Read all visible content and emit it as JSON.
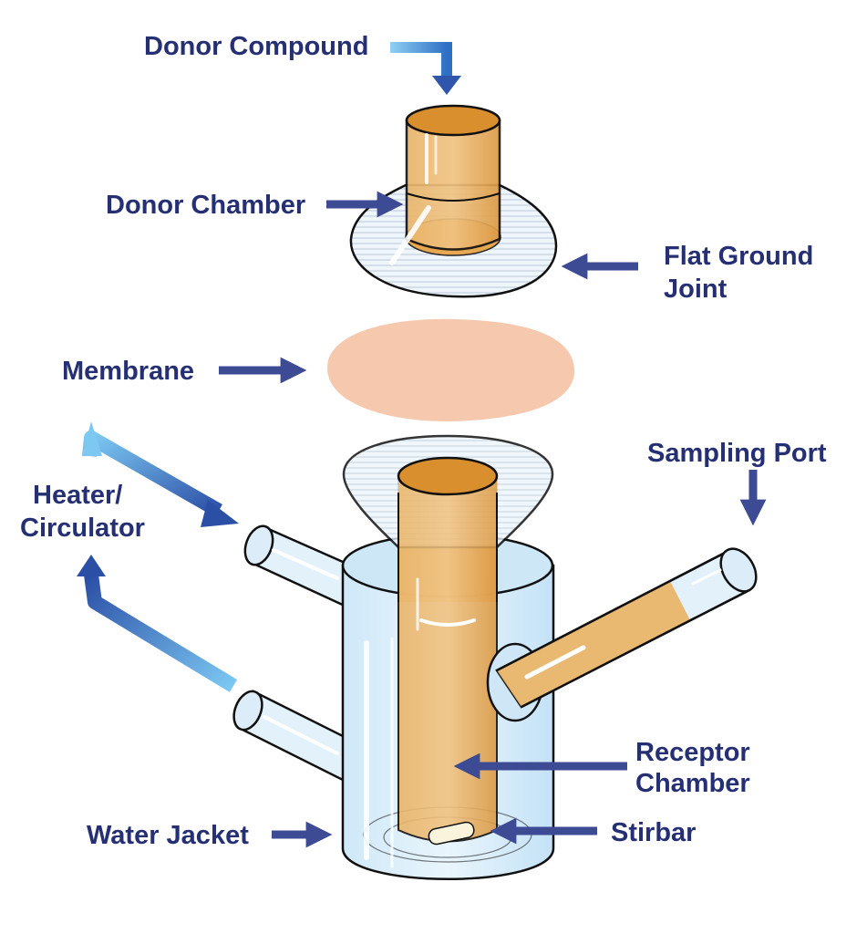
{
  "labels": {
    "donor_compound": "Donor Compound",
    "donor_chamber": "Donor Chamber",
    "flat_ground_joint_line1": "Flat Ground",
    "flat_ground_joint_line2": "Joint",
    "membrane": "Membrane",
    "sampling_port": "Sampling Port",
    "heater_line1": "Heater/",
    "heater_line2": "Circulator",
    "receptor_line1": "Receptor",
    "receptor_line2": "Chamber",
    "water_jacket": "Water Jacket",
    "stirbar": "Stirbar"
  },
  "colors": {
    "label_text": "#252f73",
    "arrow_dark": "#3d4a94",
    "arrow_blue_light": "#5fb8ec",
    "arrow_blue_dark": "#2f55ad",
    "fluid": "#e6a24d",
    "glass": "#d9ecf8",
    "membrane": "#f6c9ae"
  }
}
